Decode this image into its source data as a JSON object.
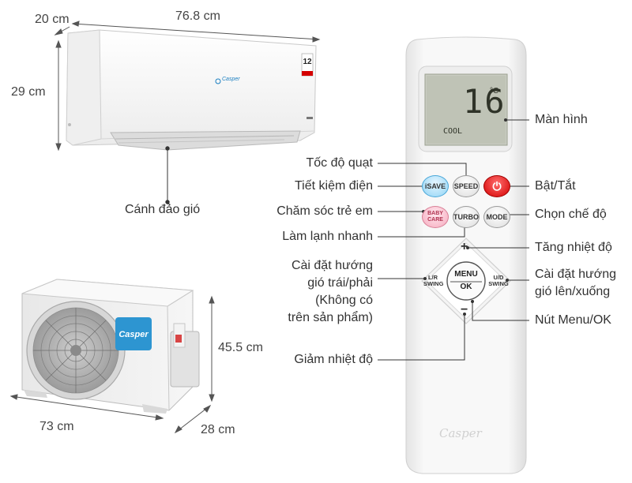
{
  "dimensions": {
    "indoor_depth": "20 cm",
    "indoor_width": "76.8 cm",
    "indoor_height": "29 cm",
    "outdoor_width": "73 cm",
    "outdoor_height": "45.5 cm",
    "outdoor_depth": "28 cm"
  },
  "labels": {
    "louver": "Cánh đảo gió",
    "screen": "Màn hình",
    "fan_speed": "Tốc độ quạt",
    "energy_saving": "Tiết kiệm điện",
    "power": "Bật/Tắt",
    "baby_care": "Chăm sóc trẻ em",
    "mode_select": "Chọn chế độ",
    "fast_cool": "Làm lạnh nhanh",
    "temp_up": "Tăng nhiệt độ",
    "lr_swing_1": "Cài đặt hướng",
    "lr_swing_2": "gió trái/phải",
    "lr_swing_3": "(Không có",
    "lr_swing_4": "trên sản phẩm)",
    "ud_swing_1": "Cài đặt hướng",
    "ud_swing_2": "gió lên/xuống",
    "menu_ok": "Nút Menu/OK",
    "temp_down": "Giảm nhiệt độ"
  },
  "remote": {
    "display_temp": "16",
    "display_unit": "°C",
    "display_mode": "COOL",
    "btn_isave": "iSAVE",
    "btn_speed": "SPEED",
    "btn_baby_1": "BABY",
    "btn_baby_2": "CARE",
    "btn_turbo": "TURBO",
    "btn_mode": "MODE",
    "btn_menu": "MENU",
    "btn_ok": "OK",
    "btn_lr_1": "L/R",
    "btn_lr_2": "SWING",
    "btn_ud_1": "U/D",
    "btn_ud_2": "SWING",
    "plus": "+",
    "minus": "−",
    "logo": "Casper",
    "power_symbol": "⏻"
  },
  "indoor_unit": {
    "brand": "Casper",
    "badge": "12"
  },
  "outdoor_unit": {
    "brand": "Casper"
  },
  "colors": {
    "line": "#333333",
    "power": "#d40000",
    "isave": "#8fd3f5",
    "baby": "#f6a9bd"
  }
}
